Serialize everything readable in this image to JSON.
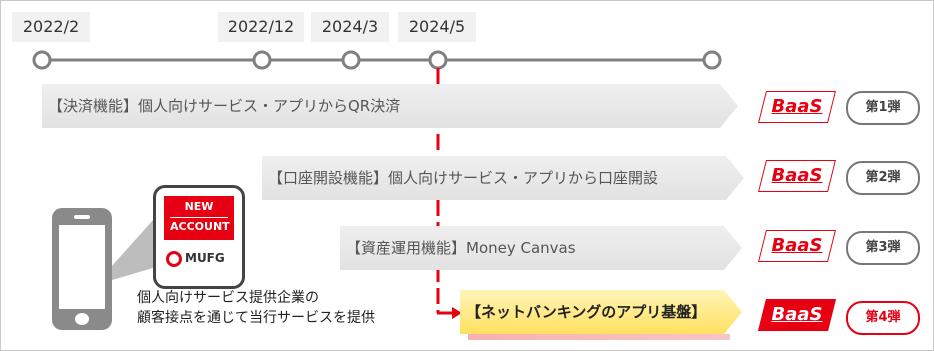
{
  "timeline": {
    "dates": [
      "2022/2",
      "2022/12",
      "2024/3",
      "2024/5"
    ],
    "line_color": "#808080",
    "marker_color": "#e60012"
  },
  "features": [
    {
      "label": "【決済機能】個人向けサービス・アプリからQR決済",
      "baas": "BaaS",
      "phase": "第1弾",
      "highlight": false
    },
    {
      "label": "【口座開設機能】個人向けサービス・アプリから口座開設",
      "baas": "BaaS",
      "phase": "第2弾",
      "highlight": false
    },
    {
      "label": "【資産運用機能】Money Canvas",
      "baas": "BaaS",
      "phase": "第3弾",
      "highlight": false
    },
    {
      "label": "【ネットバンキングのアプリ基盤】",
      "baas": "BaaS",
      "phase": "第4弾",
      "highlight": true
    }
  ],
  "app": {
    "badge_line1": "NEW",
    "badge_line2": "ACCOUNT",
    "brand": "MUFG"
  },
  "caption": {
    "line1": "個人向けサービス提供企業の",
    "line2": "顧客接点を通じて当行サービスを提供"
  },
  "colors": {
    "accent": "#e60012",
    "banner": "#e6e6e6",
    "highlight": "#ffe060"
  }
}
